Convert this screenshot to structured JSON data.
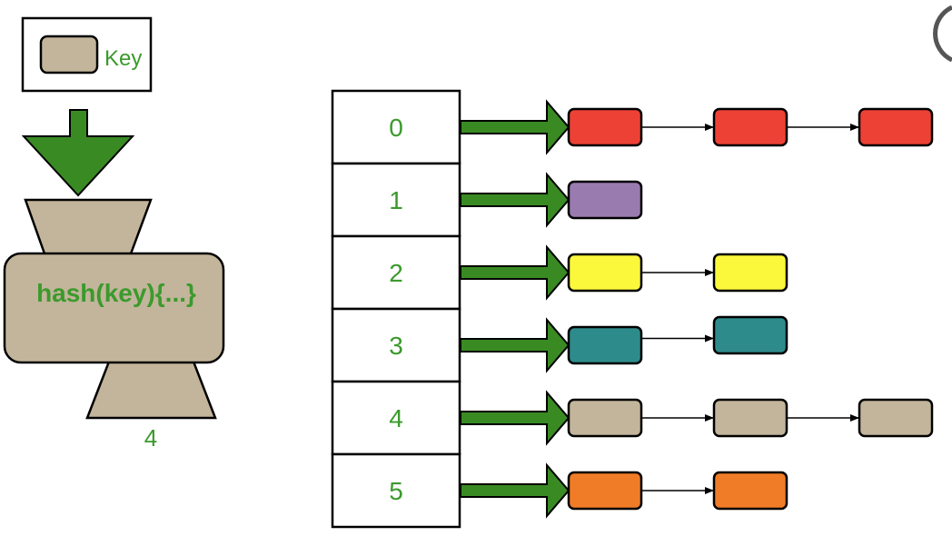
{
  "legend": {
    "label": "Key"
  },
  "hash_function": {
    "label": "hash(key){...}",
    "output": "4"
  },
  "buckets": [
    {
      "index": "0",
      "nodes": [
        "red",
        "red",
        "red"
      ]
    },
    {
      "index": "1",
      "nodes": [
        "purple"
      ]
    },
    {
      "index": "2",
      "nodes": [
        "yellow",
        "yellow"
      ]
    },
    {
      "index": "3",
      "nodes": [
        "teal",
        "teal"
      ]
    },
    {
      "index": "4",
      "nodes": [
        "tan",
        "tan",
        "tan"
      ]
    },
    {
      "index": "5",
      "nodes": [
        "orange",
        "orange"
      ]
    }
  ],
  "colors": {
    "text_green": "#3b9a2c",
    "arrow_green": "#3a8a24",
    "key_fill": "#c2b59b",
    "red": "#ee4135",
    "purple": "#9a7bb0",
    "yellow": "#fbf73b",
    "teal": "#2e8b8b",
    "tan": "#c2b59b",
    "orange": "#f07c27"
  }
}
